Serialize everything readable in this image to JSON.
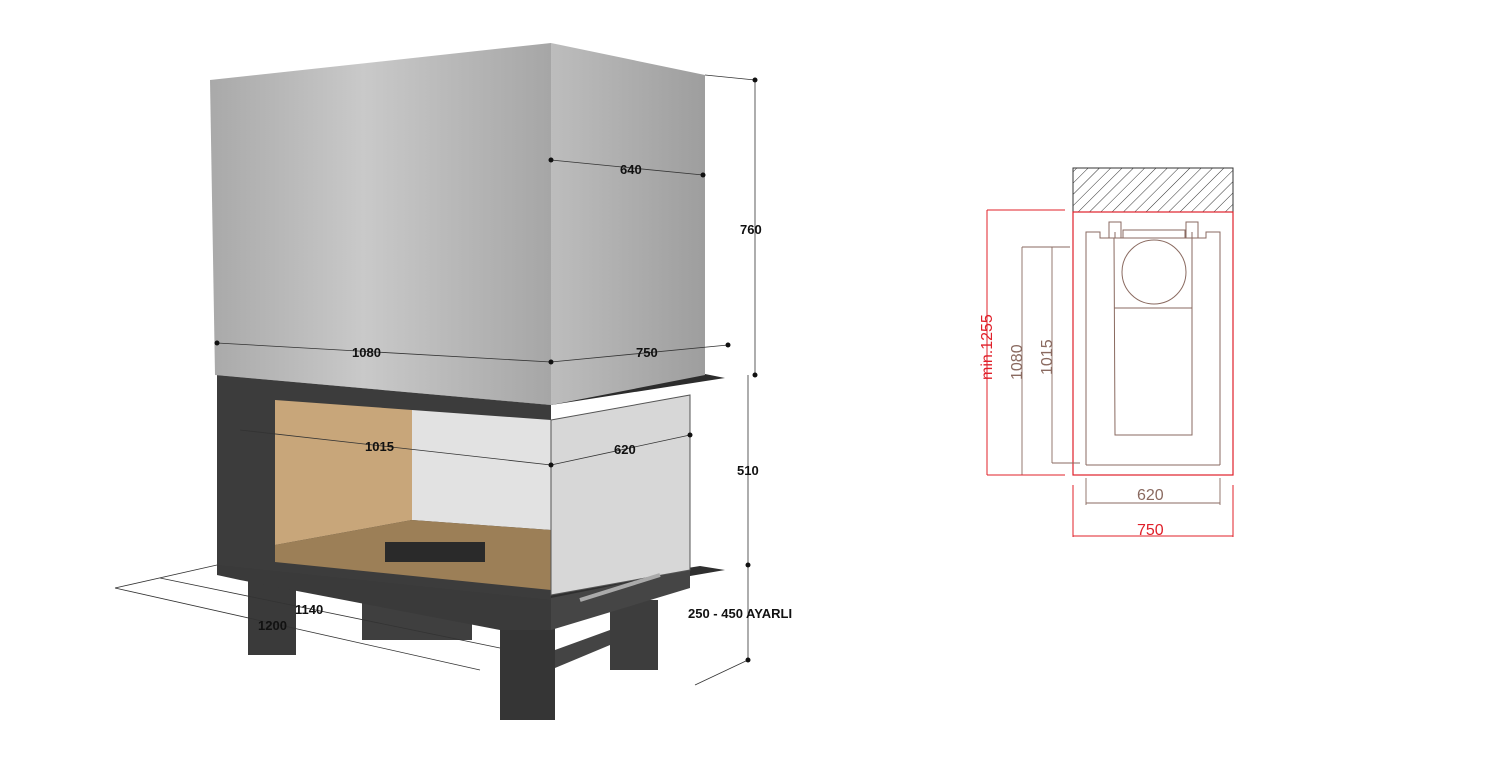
{
  "perspective_view": {
    "dimensions": {
      "hood_depth": "640",
      "hood_height": "760",
      "width_front": "1080",
      "depth_side": "750",
      "glass_width": "1015",
      "glass_side": "620",
      "firebox_height": "510",
      "base_inner": "1140",
      "base_outer": "1200",
      "leg_adjust": "250 - 450 AYARLI"
    }
  },
  "plan_view": {
    "dimensions": {
      "min_depth": "min.1255",
      "outer_length": "1080",
      "inner_length": "1015",
      "inner_width": "620",
      "outer_width": "750"
    },
    "colors": {
      "red": "#e0202a",
      "brown": "#8a6a60"
    }
  }
}
